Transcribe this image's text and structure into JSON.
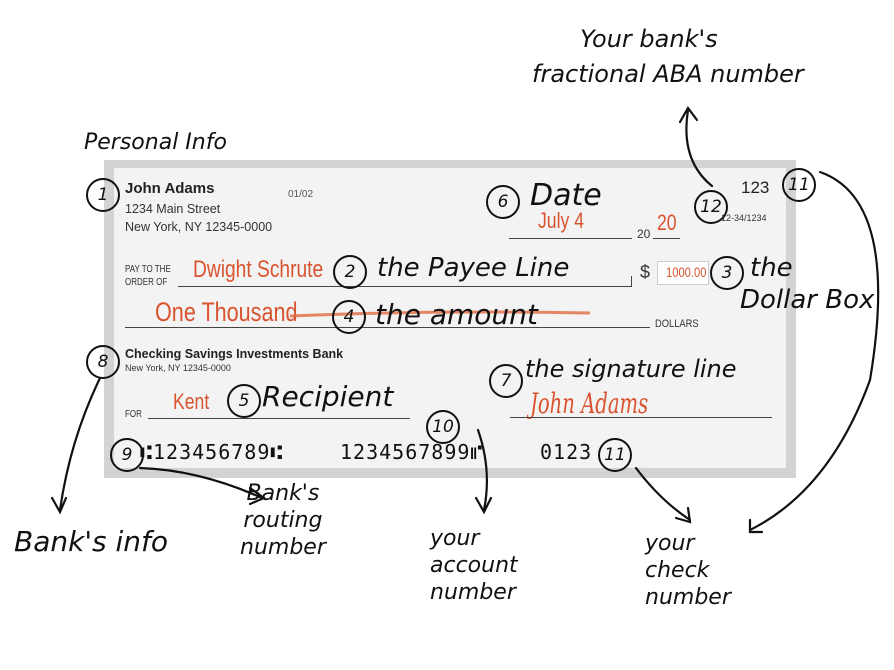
{
  "annotations": {
    "aba": [
      "Your bank's",
      "fractional ABA number"
    ],
    "personal": "Personal Info",
    "date": "Date",
    "payee": "the Payee Line",
    "dollar_box": [
      "the",
      "Dollar Box"
    ],
    "amount": "the amount",
    "signature": "the signature line",
    "recipient": "Recipient",
    "banks_info": "Bank's info",
    "routing": [
      "Bank's",
      "routing",
      "number"
    ],
    "account": [
      "your",
      "account",
      "number"
    ],
    "check_number": [
      "your",
      "check",
      "number"
    ]
  },
  "markers": [
    "1",
    "2",
    "3",
    "4",
    "5",
    "6",
    "7",
    "8",
    "9",
    "10",
    "11",
    "11",
    "12"
  ],
  "check": {
    "name": "John Adams",
    "street": "1234 Main Street",
    "city": "New York, NY 12345-0000",
    "code": "01/02",
    "check_no": "123",
    "fraction": "12-34/1234",
    "date_value": "July 4",
    "year_prefix": "20",
    "year_value": "20",
    "pay_to_label": [
      "PAY TO THE",
      "ORDER OF"
    ],
    "payee_value": "Dwight Schrute",
    "dollar_sign": "$",
    "amount_numeric": "1000.00",
    "amount_words": "One Thousand",
    "dollars_label": "DOLLARS",
    "bank_name": "Checking Savings Investments Bank",
    "bank_city": "New York, NY 12345-0000",
    "for_label": "FOR",
    "memo_value": "Kent",
    "signature_value": "John Adams",
    "micr_routing": "⑆123456789⑆",
    "micr_account": "1234567899⑈",
    "micr_check": "0123"
  },
  "colors": {
    "ink_red": "#d9532f",
    "border": "#d3d3d3"
  }
}
